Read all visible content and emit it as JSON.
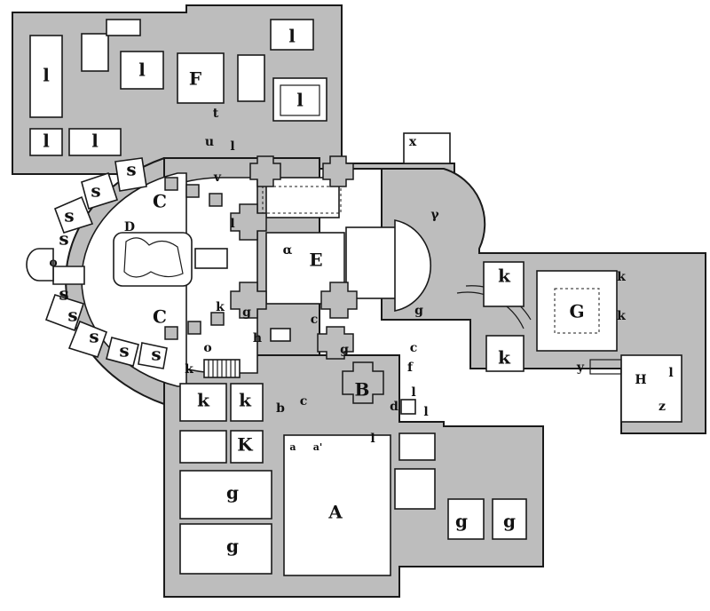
{
  "labels": {
    "l": "l",
    "F": "F",
    "t": "t",
    "u": "u",
    "v": "v",
    "x": "x",
    "s": "s",
    "C": "C",
    "D": "D",
    "E": "E",
    "alpha": "α",
    "G": "G",
    "H": "H",
    "k": "k",
    "K": "K",
    "h": "h",
    "o": "o",
    "B": "B",
    "b": "b",
    "c": "c",
    "d": "d",
    "f": "f",
    "g": "g",
    "a": "a",
    "a_prime": "a'",
    "y": "y",
    "z": "z",
    "A": "A",
    "gamma": "γ"
  }
}
